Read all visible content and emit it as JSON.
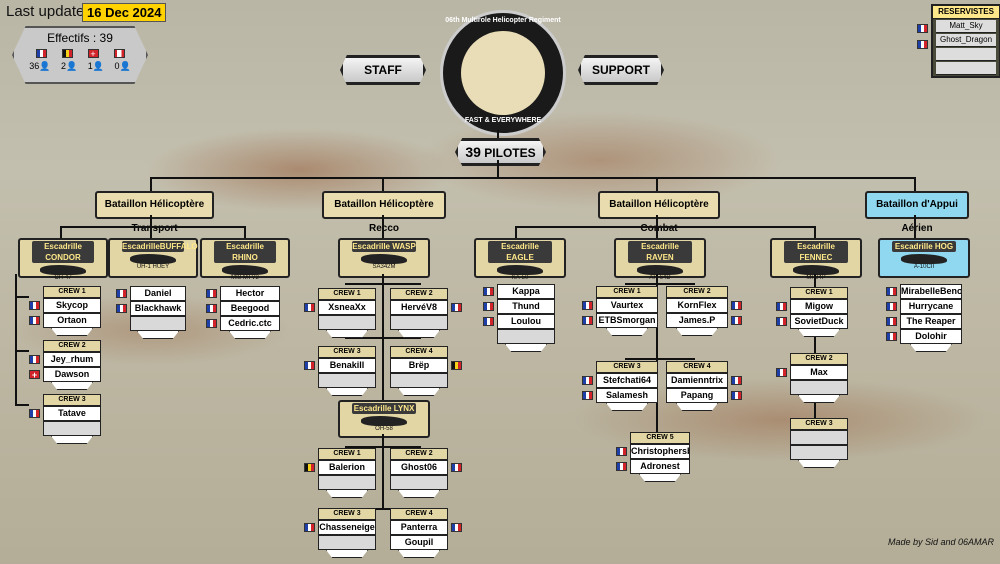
{
  "header": {
    "last_update_label": "Last update :",
    "date": "16 Dec 2024"
  },
  "effectifs": {
    "label": "Effectifs : ",
    "total": "39",
    "counts": [
      {
        "flag": "fr",
        "count": "36"
      },
      {
        "flag": "be",
        "count": "2"
      },
      {
        "flag": "ch",
        "count": "1"
      },
      {
        "flag": "ca",
        "count": "0"
      }
    ]
  },
  "logo": {
    "top_text": "06th Multirole Helicopter Regiment",
    "bottom_text": "FAST & EVERYWHERE"
  },
  "staff_label": "STAFF",
  "support_label": "SUPPORT",
  "pilots": {
    "count": "39",
    "label": "PILOTES"
  },
  "reserve": {
    "title": "RESERVISTES",
    "members": [
      "Matt_Sky",
      "Ghost_Dragon",
      "",
      ""
    ]
  },
  "battalions": [
    "Bataillon Hélicoptère Transport",
    "Bataillon Hélicoptère Recco",
    "Bataillon Hélicoptère Combat",
    "Bataillon d'Appui Aérien"
  ],
  "escadrilles": [
    {
      "name": "Escadrille CONDOR",
      "model": "CH-47"
    },
    {
      "name": "EscadrilleBUFFALO",
      "model": "UH-1 HUEY"
    },
    {
      "name": "Escadrille RHINO",
      "model": "MI8 MTV2"
    },
    {
      "name": "Escadrille WASP",
      "model": "SA342M"
    },
    {
      "name": "Escadrille EAGLE",
      "model": "KA-50"
    },
    {
      "name": "Escadrille RAVEN",
      "model": "AH-64D"
    },
    {
      "name": "Escadrille FENNEC",
      "model": "MI-24P"
    },
    {
      "name": "Escadrille HOG",
      "model": "A-10CII"
    },
    {
      "name": "Escadrille LYNX",
      "model": "OH-58"
    }
  ],
  "crews": {
    "condor1": {
      "title": "CREW 1",
      "members": [
        "Skycop",
        "Ortaon"
      ]
    },
    "condor2": {
      "title": "CREW 2",
      "members": [
        "Jey_rhum",
        "Dawson"
      ]
    },
    "condor3": {
      "title": "CREW 3",
      "members": [
        "Tatave",
        ""
      ]
    },
    "buffalo": {
      "members": [
        "Daniel",
        "Blackhawk"
      ]
    },
    "rhino": {
      "members": [
        "Hector",
        "Beegood",
        "Cedric.ctc"
      ]
    },
    "wasp1": {
      "title": "CREW 1",
      "members": [
        "XsneaXx",
        ""
      ]
    },
    "wasp2": {
      "title": "CREW 2",
      "members": [
        "HervéV8",
        ""
      ]
    },
    "wasp3": {
      "title": "CREW 3",
      "members": [
        "Benakill",
        ""
      ]
    },
    "wasp4": {
      "title": "CREW 4",
      "members": [
        "Brëp",
        ""
      ]
    },
    "lynx1": {
      "title": "CREW 1",
      "members": [
        "Balerion",
        ""
      ]
    },
    "lynx2": {
      "title": "CREW 2",
      "members": [
        "Ghost06",
        ""
      ]
    },
    "lynx3": {
      "title": "CREW 3",
      "members": [
        "Chasseneige",
        ""
      ]
    },
    "lynx4": {
      "title": "CREW 4",
      "members": [
        "Panterra",
        "Goupil"
      ]
    },
    "eagle": {
      "members": [
        "Kappa",
        "Thund",
        "Loulou"
      ]
    },
    "raven1": {
      "title": "CREW 1",
      "members": [
        "Vaurtex",
        "ETBSmorgan"
      ]
    },
    "raven2": {
      "title": "CREW 2",
      "members": [
        "KornFlex",
        "James.P"
      ]
    },
    "raven3": {
      "title": "CREW 3",
      "members": [
        "Stefchati64",
        "Salamesh"
      ]
    },
    "raven4": {
      "title": "CREW 4",
      "members": [
        "Damienntrix",
        "Papang"
      ]
    },
    "raven5": {
      "title": "CREW 5",
      "members": [
        "Christophersb",
        "Adronest"
      ]
    },
    "fennec1": {
      "title": "CREW 1",
      "members": [
        "Migow",
        "SovietDuck"
      ]
    },
    "fennec2": {
      "title": "CREW 2",
      "members": [
        "Max",
        ""
      ]
    },
    "fennec3": {
      "title": "CREW 3",
      "members": [
        "",
        ""
      ]
    },
    "hog": {
      "members": [
        "MirabelleBenou",
        "Hurrycane",
        "The Reaper",
        "Dolohir"
      ]
    }
  },
  "credit": "Made by Sid and 06AMAR",
  "colors": {
    "battalion": "#e9dcae",
    "air_support": "#8fd8f0",
    "date_bg": "#ffd200"
  }
}
